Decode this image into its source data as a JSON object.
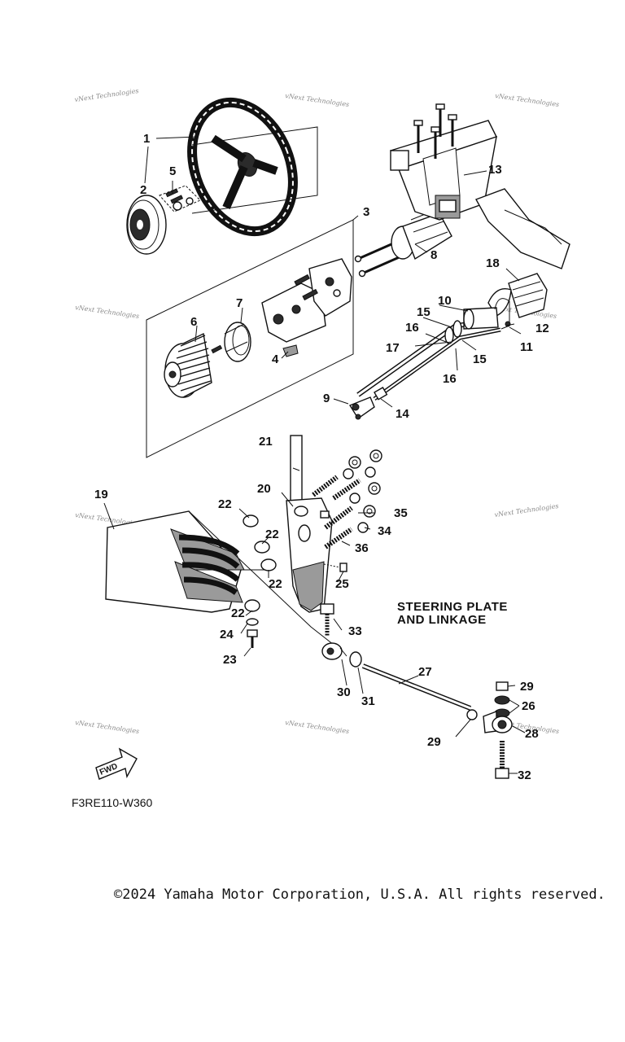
{
  "diagram": {
    "title_lines": [
      "STEERING PLATE",
      "AND LINKAGE"
    ],
    "figure_code": "F3RE110-W360",
    "fwd_label": "FWD",
    "watermark": "vNext Technologies",
    "copyright": "©2024 Yamaha Motor Corporation, U.S.A. All rights reserved.",
    "callouts": [
      "1",
      "2",
      "3",
      "4",
      "5",
      "6",
      "7",
      "8",
      "9",
      "10",
      "11",
      "12",
      "13",
      "14",
      "15",
      "15",
      "16",
      "16",
      "17",
      "18",
      "19",
      "20",
      "21",
      "22",
      "22",
      "22",
      "22",
      "23",
      "24",
      "25",
      "26",
      "27",
      "28",
      "29",
      "29",
      "30",
      "31",
      "32",
      "33",
      "34",
      "35",
      "36"
    ]
  }
}
